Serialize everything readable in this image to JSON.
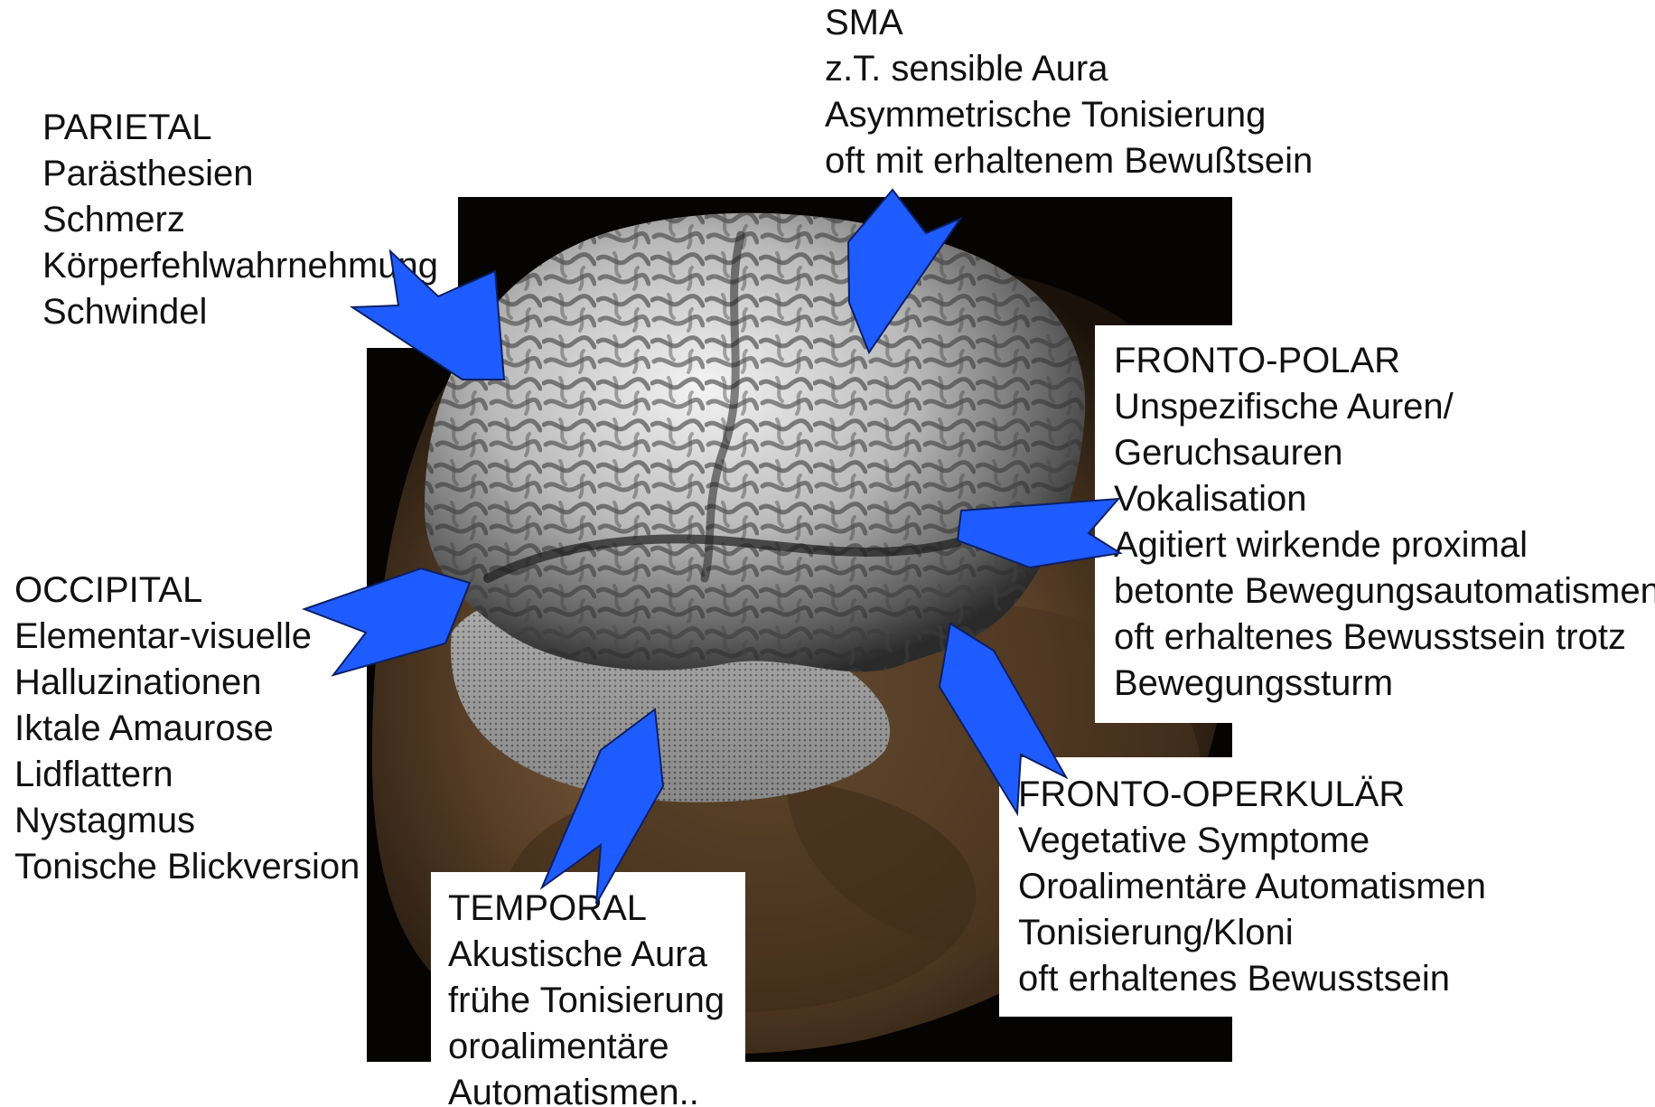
{
  "colors": {
    "arrow_fill": "#1f5cff",
    "arrow_stroke": "#0a1f66",
    "background_dark": "#050403",
    "brain_light": "#d9d9d9",
    "head_brown": "#6e5134"
  },
  "regions": {
    "sma": {
      "title": "SMA",
      "lines": [
        "z.T. sensible Aura",
        "Asymmetrische Tonisierung",
        "oft mit erhaltenem Bewußtsein"
      ]
    },
    "parietal": {
      "title": "PARIETAL",
      "lines": [
        "Parästhesien",
        "Schmerz",
        "Körperfehlwahrnehmung",
        "Schwindel"
      ]
    },
    "fronto_polar": {
      "title": "FRONTO-POLAR",
      "lines": [
        "Unspezifische Auren/",
        "Geruchsauren",
        "Vokalisation",
        "Agitiert wirkende proximal",
        "betonte Bewegungsautomatismen",
        "oft erhaltenes Bewusstsein trotz",
        "Bewegungssturm"
      ]
    },
    "occipital": {
      "title": "OCCIPITAL",
      "lines": [
        "Elementar-visuelle",
        "Halluzinationen",
        "Iktale Amaurose",
        "Lidflattern",
        "Nystagmus",
        "Tonische Blickversion"
      ]
    },
    "fronto_operkular": {
      "title": "FRONTO-OPERKULÄR",
      "lines": [
        "Vegetative Symptome",
        "Oroalimentäre Automatismen",
        "Tonisierung/Kloni",
        "oft erhaltenes Bewusstsein"
      ]
    },
    "temporal": {
      "title": "TEMPORAL",
      "lines": [
        "Akustische Aura",
        "frühe Tonisierung",
        "oroalimentäre",
        "Automatismen.."
      ]
    }
  }
}
